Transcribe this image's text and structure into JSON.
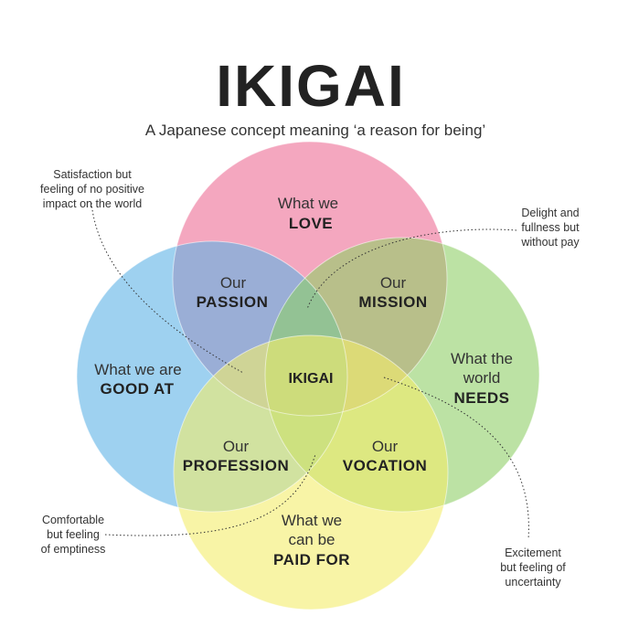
{
  "title": "IKIGAI",
  "subtitle": "A Japanese concept meaning ‘a reason for being’",
  "circles": {
    "love": {
      "line1": "What we",
      "line2": "LOVE",
      "color": "#ed6c94"
    },
    "good_at": {
      "line1": "What we are",
      "line2": "GOOD AT",
      "color": "#5eb3e6"
    },
    "needs": {
      "line1": "What the",
      "line2": "world",
      "line3": "NEEDS",
      "color": "#8fce68"
    },
    "paid_for": {
      "line1": "What we",
      "line2": "can be",
      "line3": "PAID FOR",
      "color": "#f4ec6a"
    }
  },
  "overlaps": {
    "passion": {
      "line1": "Our",
      "line2": "PASSION"
    },
    "mission": {
      "line1": "Our",
      "line2": "MISSION"
    },
    "profession": {
      "line1": "Our",
      "line2": "PROFESSION"
    },
    "vocation": {
      "line1": "Our",
      "line2": "VOCATION"
    },
    "center": "IKIGAI"
  },
  "notes": {
    "passion_note": [
      "Satisfaction but",
      "feeling of no positive",
      "impact on the world"
    ],
    "mission_note": [
      "Delight and",
      "fullness but",
      "without pay"
    ],
    "profession_note": [
      "Comfortable",
      "but feeling",
      "of emptiness"
    ],
    "vocation_note": [
      "Excitement",
      "but feeling of",
      "uncertainty"
    ]
  }
}
